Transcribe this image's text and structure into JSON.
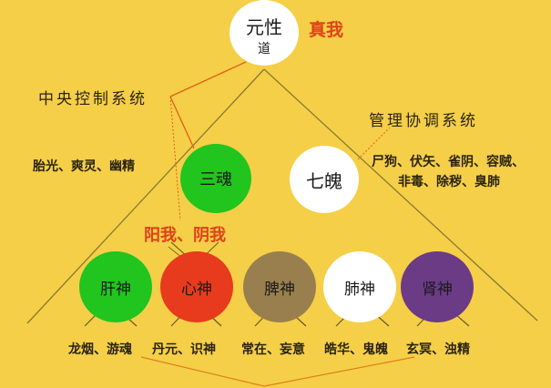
{
  "diagram": {
    "background": "#f5cf48",
    "top_node": {
      "title": "元性",
      "subtitle": "道",
      "color": "#ffffff"
    },
    "top_tag": {
      "text": "真我",
      "color": "#e0401a"
    },
    "systems": {
      "central": "中央控制系统",
      "management": "管理协调系统"
    },
    "hun": {
      "node": {
        "label": "三魂",
        "color": "#22c41e"
      },
      "members": "胎光、爽灵、幽精"
    },
    "po": {
      "node": {
        "label": "七魄",
        "color": "#ffffff"
      },
      "members_line1": "尸狗、伏矢、雀阴、容贼、",
      "members_line2": "非毒、除秽、臭肺"
    },
    "yin_yang_self": {
      "text": "阳我、阴我",
      "color": "#e0401a"
    },
    "spirits": [
      {
        "label": "肝神",
        "color": "#22c41e",
        "members": "龙烟、游魂"
      },
      {
        "label": "心神",
        "color": "#e83a1c",
        "members": "丹元、识神"
      },
      {
        "label": "脾神",
        "color": "#9a7f4e",
        "members": "常在、妄意"
      },
      {
        "label": "肺神",
        "color": "#ffffff",
        "members": "皓华、鬼魄"
      },
      {
        "label": "肾神",
        "color": "#6b3b86",
        "members": "玄冥、浊精"
      }
    ]
  }
}
